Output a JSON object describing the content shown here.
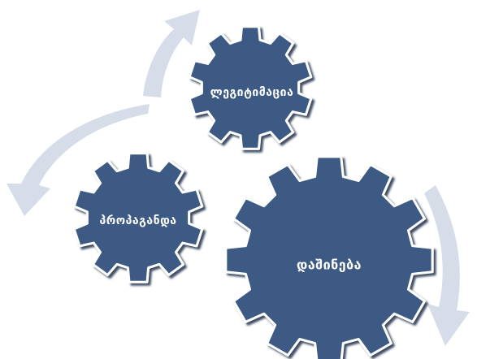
{
  "diagram": {
    "colors": {
      "gear_fill": "#3d5a84",
      "gear_outline": "#ffffff",
      "gear_shadow": "#1f2f4a",
      "arrow": "#d6dde8",
      "label": "#ffffff"
    },
    "gears": [
      {
        "id": "top",
        "label": "ლეგიტიმაცია"
      },
      {
        "id": "left",
        "label": "პროპაგანდა"
      },
      {
        "id": "right",
        "label": "დაშინება"
      }
    ],
    "arrows": [
      {
        "id": "arrow-top",
        "direction": "clockwise"
      },
      {
        "id": "arrow-left",
        "direction": "counter-clockwise"
      },
      {
        "id": "arrow-right",
        "direction": "clockwise"
      }
    ]
  }
}
